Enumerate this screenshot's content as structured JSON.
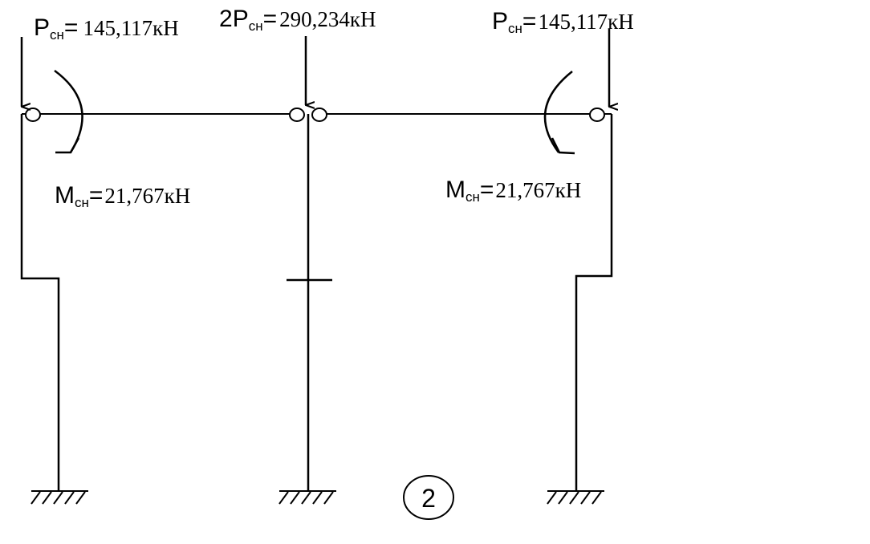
{
  "loads": {
    "left": {
      "symbol": "P",
      "subscript": "сн",
      "eq": "=",
      "value": "145,117кН"
    },
    "center": {
      "prefix": "2",
      "symbol": "P",
      "subscript": "сн",
      "eq": "=",
      "value": "290,234кН"
    },
    "right": {
      "symbol": "P",
      "subscript": "сн",
      "eq": "=",
      "value": "145,117кН"
    }
  },
  "moments": {
    "left": {
      "symbol": "M",
      "subscript": "сн",
      "eq": "=",
      "value": "21,767кН"
    },
    "right": {
      "symbol": "M",
      "subscript": "сн",
      "eq": "=",
      "value": "21,767кН"
    }
  },
  "frame_number": "2",
  "colors": {
    "line": "#000000",
    "background": "#ffffff"
  }
}
